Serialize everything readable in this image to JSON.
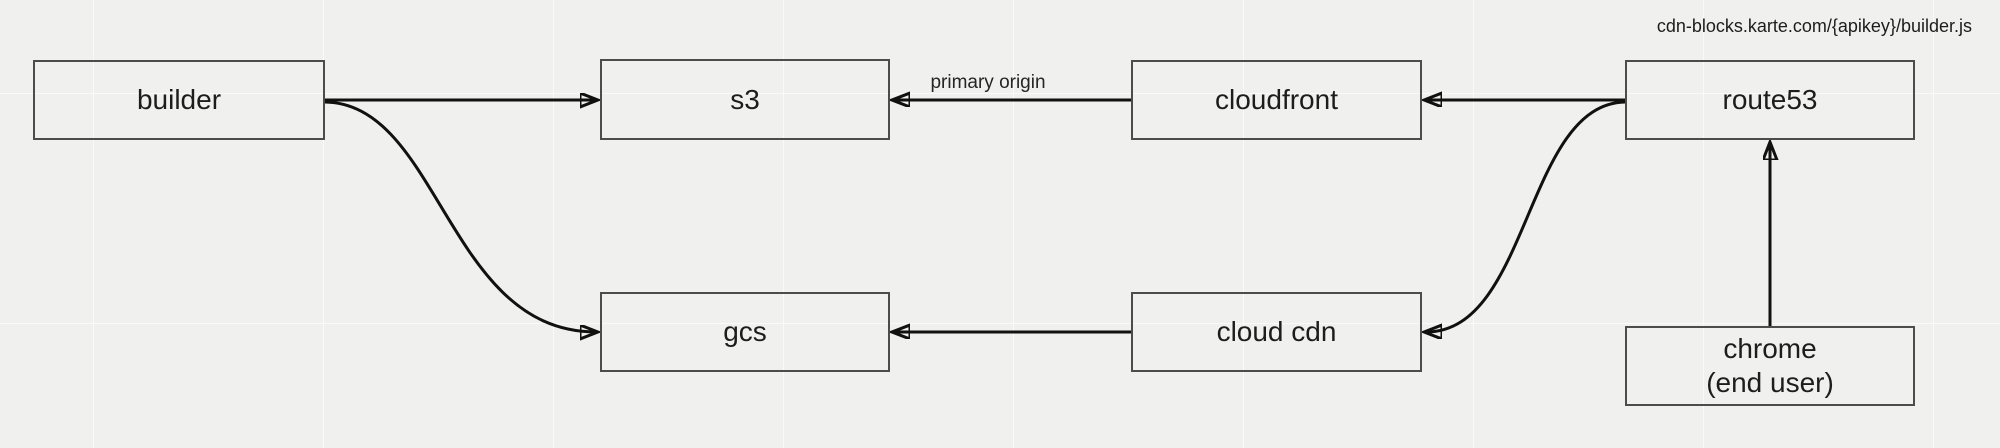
{
  "page": {
    "script_url_label": "cdn-blocks.karte.com/{apikey}/builder.js"
  },
  "diagram": {
    "nodes": {
      "builder": {
        "label": "builder"
      },
      "s3": {
        "label": "s3"
      },
      "cloudfront": {
        "label": "cloudfront"
      },
      "route53": {
        "label": "route53"
      },
      "gcs": {
        "label": "gcs"
      },
      "cloud_cdn": {
        "label": "cloud cdn"
      },
      "chrome": {
        "label_line1": "chrome",
        "label_line2": "(end user)"
      }
    },
    "edges": [
      {
        "from": "builder",
        "to": "s3",
        "label": ""
      },
      {
        "from": "builder",
        "to": "gcs",
        "label": ""
      },
      {
        "from": "cloudfront",
        "to": "s3",
        "label": "primary origin"
      },
      {
        "from": "route53",
        "to": "cloudfront",
        "label": ""
      },
      {
        "from": "route53",
        "to": "cloud cdn",
        "label": ""
      },
      {
        "from": "cloud cdn",
        "to": "gcs",
        "label": ""
      },
      {
        "from": "chrome (end user)",
        "to": "route53",
        "label": ""
      }
    ],
    "colors": {
      "background": "#f0f0ef",
      "grid_line": "#fafaf9",
      "node_border": "#4c4c4c",
      "arrow": "#111111",
      "text": "#1d1d1d"
    }
  }
}
